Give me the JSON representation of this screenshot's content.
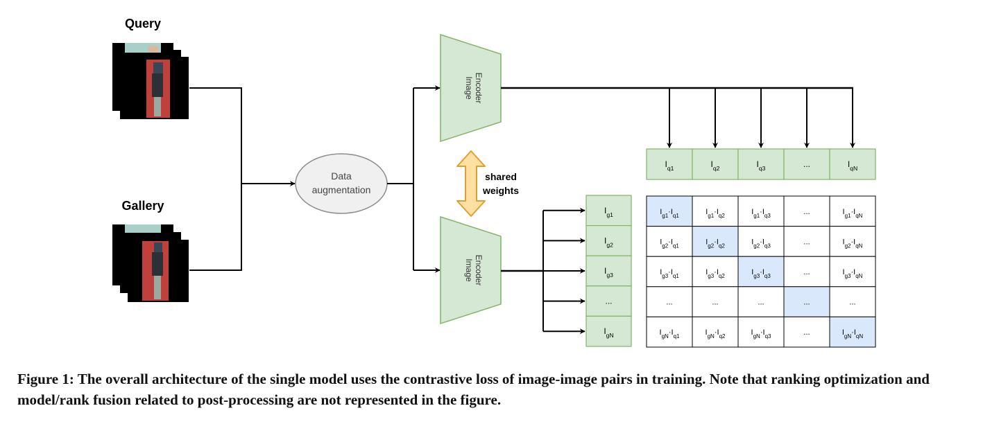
{
  "query_label": "Query",
  "gallery_label": "Gallery",
  "data_augmentation": [
    "Data",
    "augmentation"
  ],
  "encoder_label": [
    "Image",
    "Encoder"
  ],
  "shared_weights": [
    "shared",
    "weights"
  ],
  "query_features": [
    {
      "base": "I",
      "sub": "q1"
    },
    {
      "base": "I",
      "sub": "q2"
    },
    {
      "base": "I",
      "sub": "q3"
    },
    {
      "base": "...",
      "sub": ""
    },
    {
      "base": "I",
      "sub": "qN"
    }
  ],
  "gallery_features": [
    {
      "base": "I",
      "sub": "g1"
    },
    {
      "base": "I",
      "sub": "g2"
    },
    {
      "base": "I",
      "sub": "g3"
    },
    {
      "base": "...",
      "sub": ""
    },
    {
      "base": "I",
      "sub": "gN"
    }
  ],
  "caption": "Figure 1: The overall architecture of the single model uses the contrastive loss of image-image pairs in training. Note that ranking optimization and model/rank fusion related to post-processing are not represented in the figure.",
  "colors": {
    "encoder_fill": "#d5e8d4",
    "encoder_stroke": "#82b366",
    "ellipse_fill": "#f0f0f0",
    "ellipse_stroke": "#8c8c8c",
    "arrow_fill": "#ffe0a3",
    "arrow_stroke": "#e0a030",
    "diagonal_fill": "#dae8fc",
    "person_bg": "#c0403c"
  }
}
